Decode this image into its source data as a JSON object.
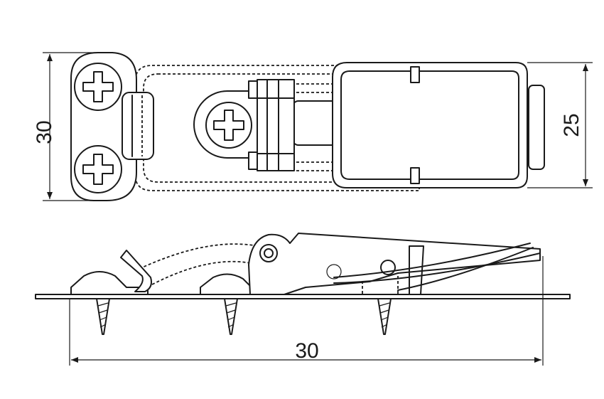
{
  "dimensions": {
    "top_height": "30",
    "top_right_height": "25",
    "bottom_length": "30"
  },
  "colors": {
    "line": "#1a1a1a",
    "background": "#ffffff"
  }
}
